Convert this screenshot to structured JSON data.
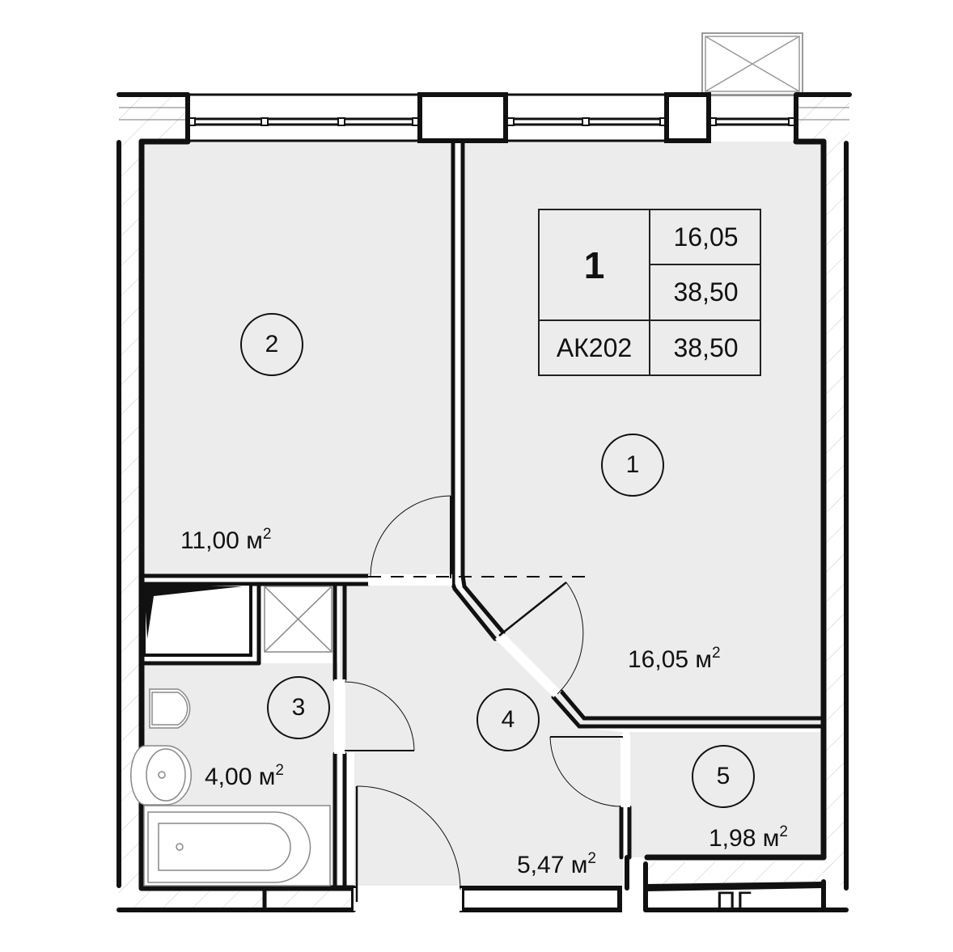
{
  "plan": {
    "title_table": {
      "rooms_count": "1",
      "living_area": "16,05",
      "total_area": "38,50",
      "apartment_code": "АК202",
      "total_area_with_balcony": "38,50"
    },
    "rooms": [
      {
        "number": "1",
        "area": "16,05",
        "unit": "м",
        "exp": "2"
      },
      {
        "number": "2",
        "area": "11,00",
        "unit": "м",
        "exp": "2"
      },
      {
        "number": "3",
        "area": "4,00",
        "unit": "м",
        "exp": "2"
      },
      {
        "number": "4",
        "area": "5,47",
        "unit": "м",
        "exp": "2"
      },
      {
        "number": "5",
        "area": "1,98",
        "unit": "м",
        "exp": "2"
      }
    ],
    "markers": {
      "pg": "ПГ"
    },
    "colors": {
      "floor_fill": "#ececec",
      "wall": "#111111",
      "hatch": "#c8c8c8",
      "fixture": "#888888"
    }
  }
}
